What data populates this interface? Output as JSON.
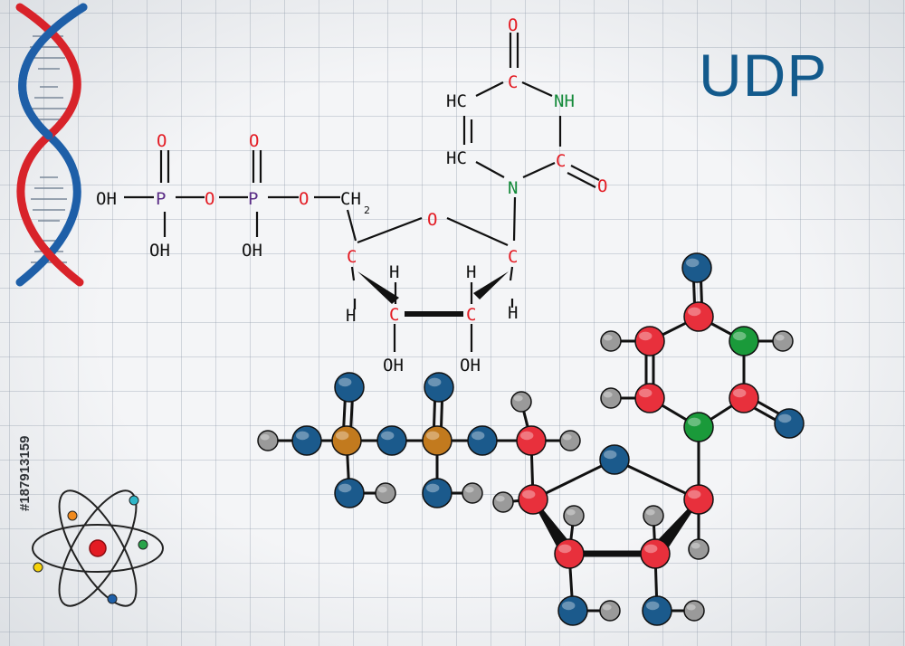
{
  "title": "UDP",
  "stock_id": "#187913159",
  "colors": {
    "oxygen": "#e31b23",
    "nitrogen": "#148a3a",
    "phosphorus": "#5a2c86",
    "model_oxygen": "#1b5a8c",
    "model_carbon": "#e8303c",
    "model_phosphorus": "#c27a1e",
    "model_nitrogen": "#1a9a3a",
    "model_hydrogen": "#9a9a9a",
    "title": "#135a8c"
  },
  "formula": {
    "oh1": "OH",
    "p1": "P",
    "o_top1": "O",
    "oh1b": "OH",
    "o_bridge1": "O",
    "p2": "P",
    "o_top2": "O",
    "oh2b": "OH",
    "o_bridge2": "O",
    "ch2": "CH",
    "ch2_sub": "2",
    "ring_o": "O",
    "c4": "C",
    "c3": "C",
    "c2": "C",
    "c1": "C",
    "h_c4": "H",
    "h_c3": "H",
    "h_c2": "H",
    "h_c1": "H",
    "oh_c3": "OH",
    "oh_c2": "OH",
    "n1": "N",
    "c_top": "C",
    "o_top": "O",
    "nh": "NH",
    "c_right": "C",
    "o_right": "O",
    "hc_top": "HC",
    "hc_bottom": "HC"
  }
}
